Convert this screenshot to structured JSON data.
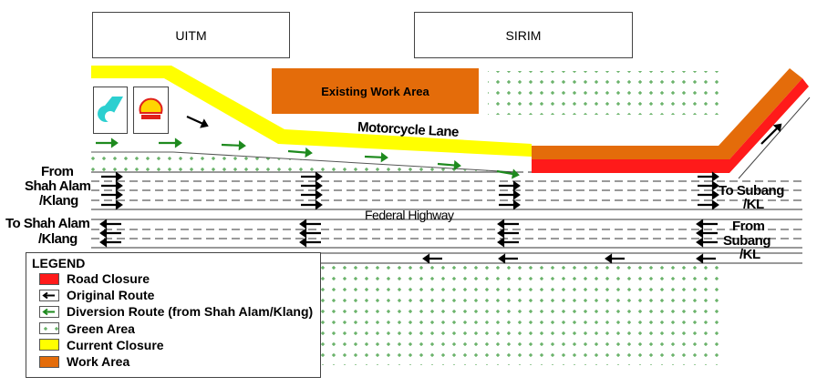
{
  "buildings": {
    "uitm": "UITM",
    "sirim": "SIRIM"
  },
  "labels": {
    "existing_work_area": "Existing Work Area",
    "motorcycle_lane": "Motorcycle Lane",
    "federal_highway": "Federal Highway",
    "from_shah_alam": [
      "From",
      "Shah Alam",
      "/Klang"
    ],
    "to_shah_alam": [
      "To Shah Alam",
      "/Klang"
    ],
    "to_subang": [
      "To Subang",
      "/KL"
    ],
    "from_subang": [
      "From",
      "Subang",
      "/KL"
    ]
  },
  "logos": {
    "petronas": "petronas-logo",
    "shell": "Shell"
  },
  "legend": {
    "title": "LEGEND",
    "items": [
      {
        "label": "Road Closure",
        "color": "#ff1a1a"
      },
      {
        "label": "Original Route",
        "color": "#000000"
      },
      {
        "label": "Diversion Route (from Shah Alam/Klang)",
        "color": "#1e8a1e"
      },
      {
        "label": "Green Area",
        "color": "#2e8b2e"
      },
      {
        "label": "Current Closure",
        "color": "#ffff00"
      },
      {
        "label": "Work Area",
        "color": "#e46c0a"
      }
    ]
  }
}
